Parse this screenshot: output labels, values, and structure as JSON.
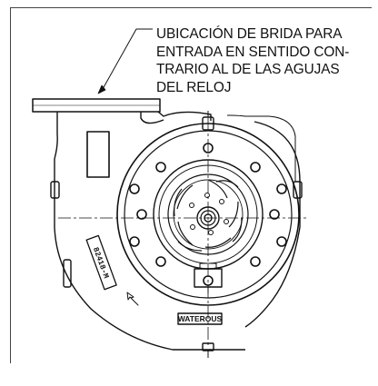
{
  "callout": {
    "lines": [
      "UBICACIÓN DE BRIDA PARA",
      "ENTRADA EN SENTIDO CON-",
      "TRARIO AL DE LAS AGUJAS",
      "DEL RELOJ"
    ]
  },
  "nameplate": {
    "label": "WATEROUS"
  },
  "part_number_tag": {
    "text": "82418-M"
  }
}
